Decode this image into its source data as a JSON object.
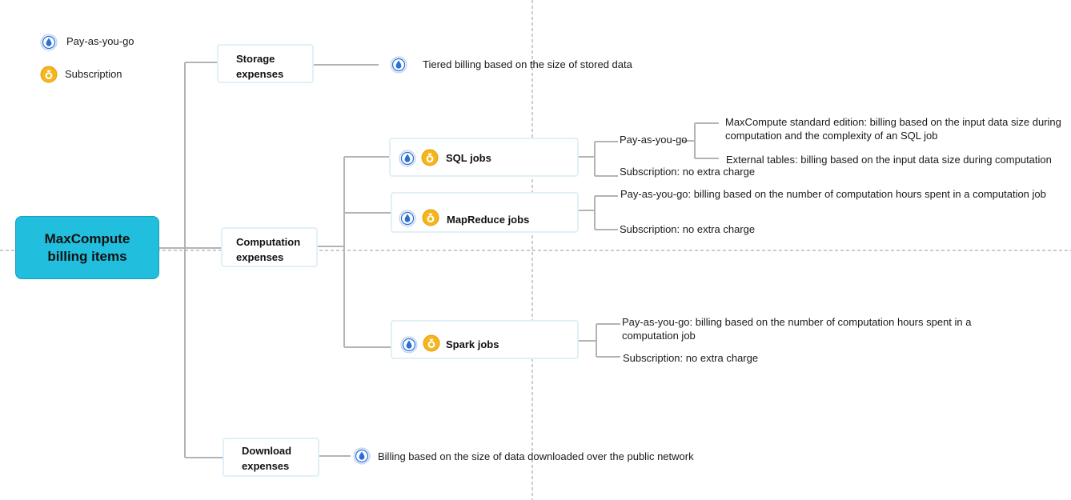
{
  "legend": {
    "payg_label": "Pay-as-you-go",
    "subscription_label": "Subscription"
  },
  "root": {
    "line1": "MaxCompute",
    "line2": "billing items"
  },
  "storage": {
    "line1": "Storage",
    "line2": "expenses",
    "description": "Tiered billing based on the size of stored data"
  },
  "computation": {
    "line1": "Computation",
    "line2": "expenses"
  },
  "sql_jobs": {
    "label": "SQL jobs",
    "payg_label": "Pay-as-you-go",
    "standard_edition": "MaxCompute standard edition: billing based on the input data size during computation and the complexity of an SQL job",
    "external_tables": "External tables: billing based on the input data size during computation",
    "subscription": "Subscription:  no extra charge"
  },
  "mapreduce_jobs": {
    "label": "MapReduce jobs",
    "payg": "Pay-as-you-go: billing based on the number of computation hours spent in a computation job",
    "subscription": "Subscription:  no extra charge"
  },
  "spark_jobs": {
    "label": "Spark jobs",
    "payg": "Pay-as-you-go: billing based on the number of computation hours spent in a computation job",
    "subscription": "Subscription:  no extra charge"
  },
  "download": {
    "line1": "Download",
    "line2": "expenses",
    "description": "Billing based on the size of data downloaded over the public network"
  },
  "icons": {
    "payg": "water-drop-icon",
    "subscription": "money-bag-icon"
  },
  "colors": {
    "root_fill": "#22bedd",
    "payg_icon": "#2a6fd6",
    "subscription_icon": "#f2b21c",
    "connector": "#b3b3b3",
    "node_border": "#dff1f6"
  }
}
